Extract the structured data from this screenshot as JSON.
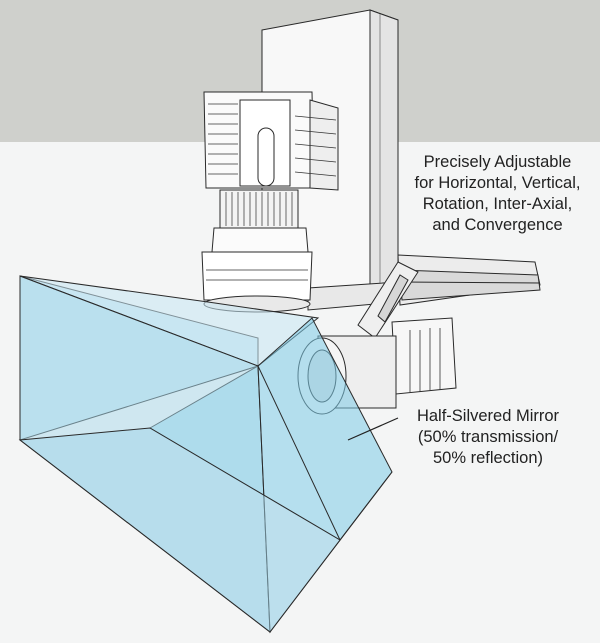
{
  "annotations": {
    "rig": {
      "lines": [
        "Precisely Adjustable",
        "for Horizontal, Vertical,",
        "Rotation, Inter-Axial,",
        "and Convergence"
      ]
    },
    "mirror": {
      "lines": [
        "Half-Silvered Mirror",
        "(50% transmission/",
        "50% reflection)"
      ]
    }
  },
  "colors": {
    "backdrop": "#cfd0cc",
    "floor": "#f4f5f5",
    "glass": "#a9d9ec",
    "mirror": "#7ecbe6",
    "metal": "#ffffff",
    "outline": "#2a2a2a"
  }
}
